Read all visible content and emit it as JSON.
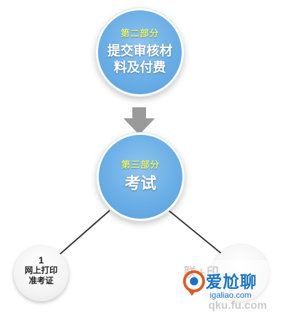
{
  "diagram": {
    "step_two": {
      "part": "第二部分",
      "lines": [
        "提交审核材",
        "料及付费"
      ]
    },
    "step_three": {
      "part": "第三部分",
      "lines": [
        "考试"
      ]
    },
    "sub_left": {
      "number": "1",
      "lines": [
        "网上打印",
        "准考证"
      ]
    }
  },
  "watermark": {
    "brand": "爱尬聊",
    "url": "igaliao.com",
    "faint_top": "联+印",
    "faint_bottom": "qku.fu.com"
  },
  "colors": {
    "circle_blue": "#6aaee6",
    "part_label_yellow": "#e6f26b",
    "arrow_grey": "#9a9a9a",
    "line_dark": "#333333",
    "watermark_blue": "#1a73c7"
  }
}
